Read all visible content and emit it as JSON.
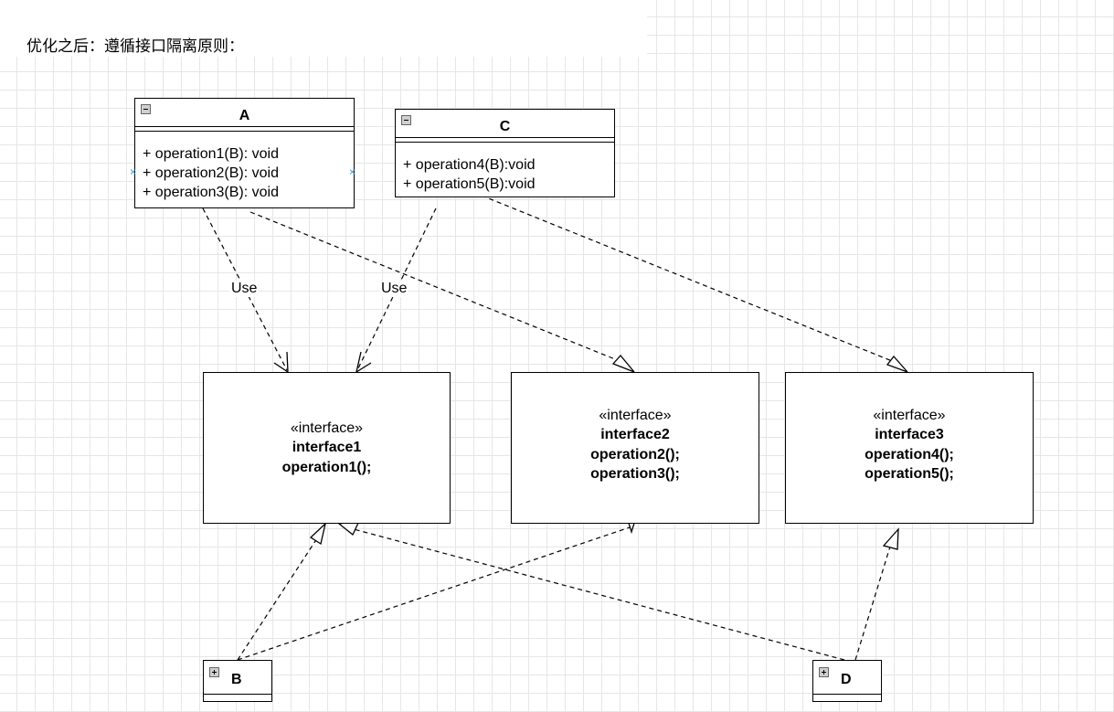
{
  "title": "优化之后：遵循接口隔离原则：",
  "classes": {
    "A": {
      "name": "A",
      "operations": [
        "+ operation1(B): void",
        "+ operation2(B): void",
        "+ operation3(B): void"
      ]
    },
    "C": {
      "name": "C",
      "operations": [
        "+ operation4(B):void",
        "+ operation5(B):void"
      ]
    },
    "B": {
      "name": "B"
    },
    "D": {
      "name": "D"
    }
  },
  "interfaces": [
    {
      "stereotype": "«interface»",
      "name": "interface1",
      "operations": [
        "operation1();"
      ]
    },
    {
      "stereotype": "«interface»",
      "name": "interface2",
      "operations": [
        "operation2();",
        "operation3();"
      ]
    },
    {
      "stereotype": "«interface»",
      "name": "interface3",
      "operations": [
        "operation4();",
        "operation5();"
      ]
    }
  ],
  "edge_labels": {
    "use_a": "Use",
    "use_c": "Use"
  },
  "colors": {
    "grid": "#e6e6e6",
    "handle": "#29a0d8",
    "stroke": "#000000"
  }
}
